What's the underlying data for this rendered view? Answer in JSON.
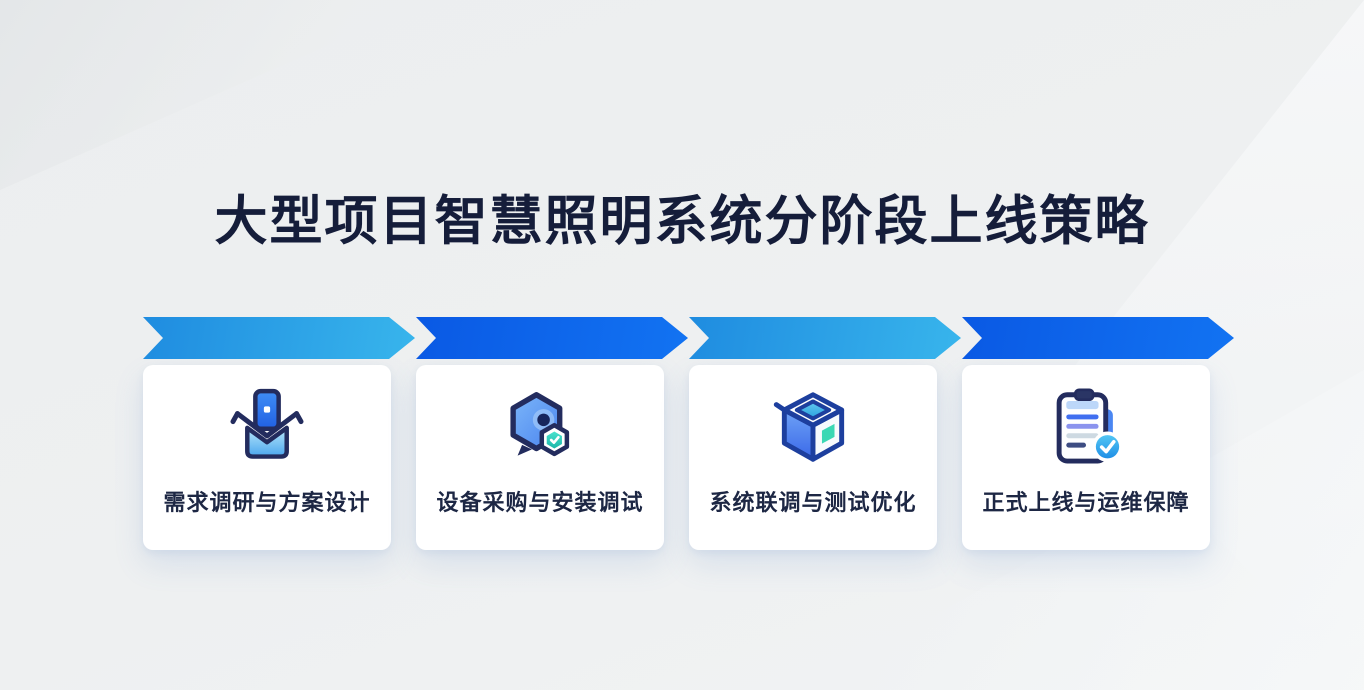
{
  "title": "大型项目智慧照明系统分阶段上线策略",
  "stages": [
    {
      "label": "需求调研与方案设计",
      "icon": "open-box-unboxing-icon",
      "arrow_style": "light"
    },
    {
      "label": "设备采购与安装调试",
      "icon": "hexagon-device-chat-icon",
      "arrow_style": "dark"
    },
    {
      "label": "系统联调与测试优化",
      "icon": "isometric-open-cube-icon",
      "arrow_style": "light"
    },
    {
      "label": "正式上线与运维保障",
      "icon": "checklist-verified-icon",
      "arrow_style": "dark"
    }
  ],
  "colors": {
    "page_background": "#eef0f1",
    "title_text": "#151d3a",
    "label_text": "#1d2744",
    "card_background": "#ffffff",
    "arrow_light_gradient": [
      "#1f8ce0",
      "#38b5ec"
    ],
    "arrow_dark_gradient": [
      "#0a59e4",
      "#1273f2"
    ],
    "icon_outline_navy": "#232c5e",
    "icon_outline_blue": "#1d3f9e",
    "icon_blue": "#3f6ef0",
    "icon_cyan": "#49a7ee",
    "icon_teal": "#3bd8b4"
  }
}
